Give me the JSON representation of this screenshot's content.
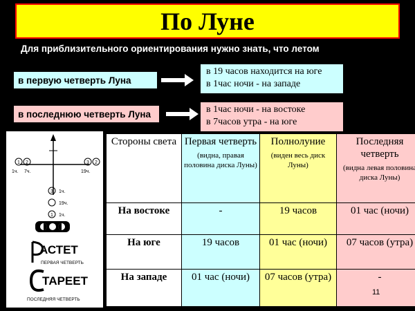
{
  "title": "По Луне",
  "subtitle": "Для приблизительного ориентирования нужно знать, что летом",
  "first_quarter": {
    "label": "в первую четверть Луна",
    "line1": "в 19 часов находится на юге",
    "line2": "в 1час ночи - на западе"
  },
  "last_quarter": {
    "label": "в последнюю четверть Луна",
    "line1": "в 1час ночи - на востоке",
    "line2": "в 7часов утра - на юге"
  },
  "picture": {
    "word_growing": "АСТЕТ",
    "word_growing_initial": "Р",
    "caption_growing": "ПЕРВАЯ ЧЕТВЕРТЬ",
    "word_aging": "ТАРЕЕТ",
    "word_aging_initial": "С",
    "caption_aging": "ПОСЛЕДНЯЯ ЧЕТВЕРТЬ",
    "marks": [
      "1ч.",
      "7ч.",
      "19ч.",
      "1ч.",
      "19ч.",
      "1ч."
    ],
    "digits": [
      "1",
      "2",
      "3",
      "3",
      "2",
      "1"
    ]
  },
  "table": {
    "headers": [
      {
        "main": "Стороны света",
        "note": ""
      },
      {
        "main": "Первая четверть",
        "note": "(видна, правая половина диска Луны)"
      },
      {
        "main": "Полнолуние",
        "note": "(виден весь диск Луны)"
      },
      {
        "main": "Последняя четверть",
        "note": "(видна левая половина диска Луны)"
      }
    ],
    "rows": [
      {
        "label": "На востоке",
        "first": "-",
        "full": "19 часов",
        "last": "01 час (ночи)"
      },
      {
        "label": "На юге",
        "first": "19 часов",
        "full": "01 час (ночи)",
        "last": "07 часов (утра)"
      },
      {
        "label": "На западе",
        "first": "01 час (ночи)",
        "full": "07 часов (утра)",
        "last": "-"
      }
    ]
  },
  "page_number": "11",
  "colors": {
    "title_bg": "#ffff00",
    "title_border": "#ff0000",
    "cyan": "#ccffff",
    "pink": "#ffcccc",
    "yellow": "#ffff99"
  }
}
